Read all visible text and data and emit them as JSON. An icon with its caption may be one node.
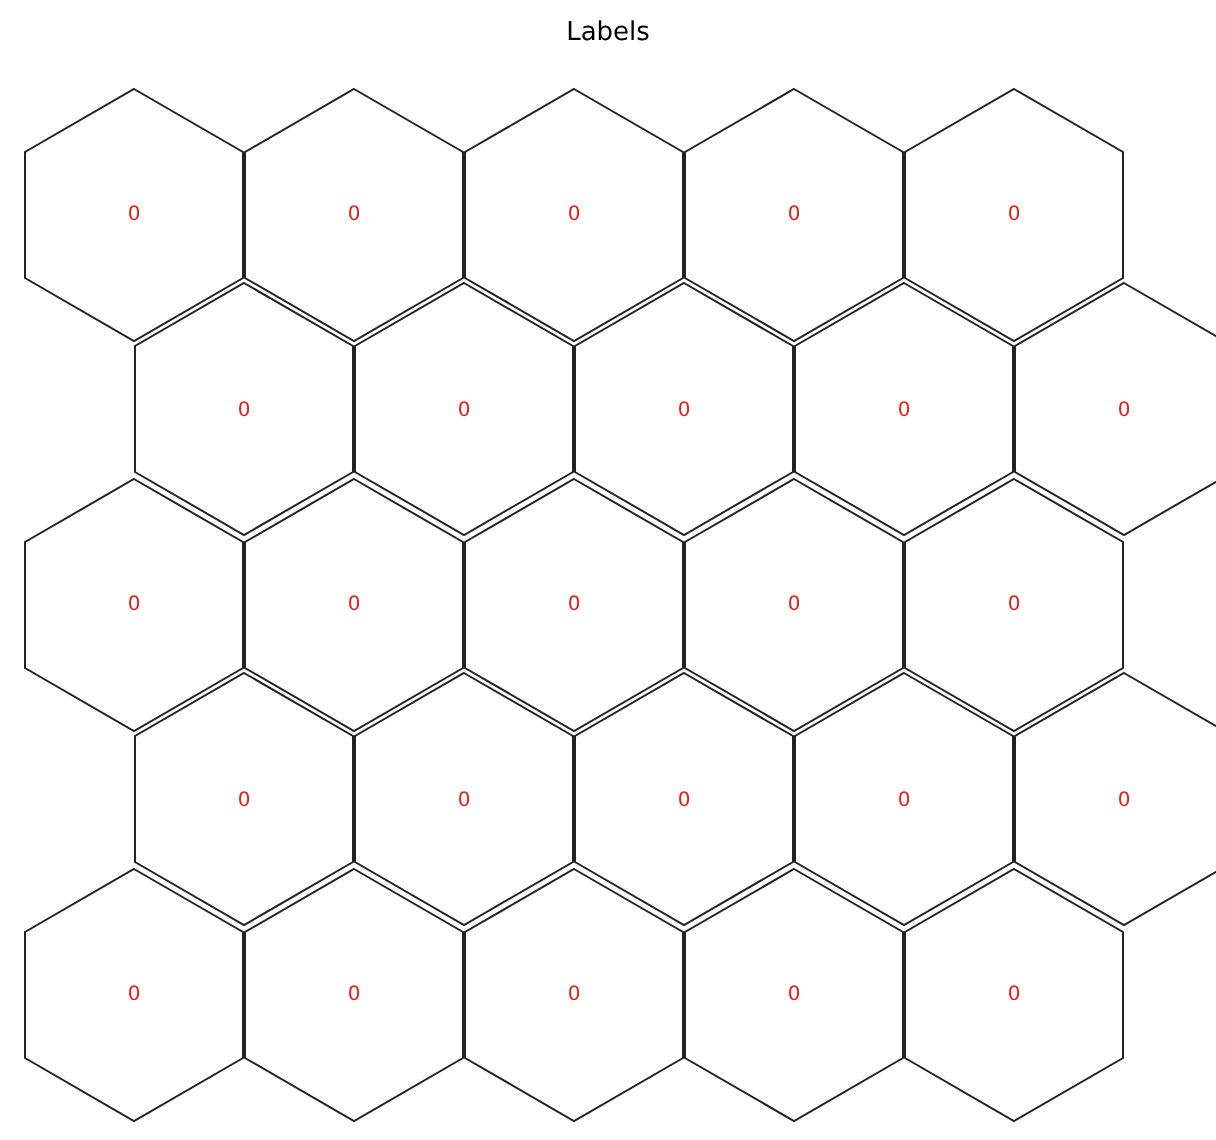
{
  "diagram": {
    "title": "Labels",
    "nodes": [
      {
        "text": [
          "0"
        ]
      },
      {
        "text": [
          "0"
        ]
      },
      {
        "text": [
          "0"
        ]
      },
      {
        "text": [
          "0"
        ]
      },
      {
        "text": [
          "0"
        ]
      },
      {
        "text": [
          "0"
        ]
      },
      {
        "text": [
          "0"
        ]
      },
      {
        "text": [
          "0"
        ]
      },
      {
        "text": [
          "0"
        ]
      },
      {
        "text": [
          "0"
        ]
      },
      {
        "text": [
          "0"
        ]
      },
      {
        "text": [
          "0"
        ]
      },
      {
        "text": [
          "0"
        ]
      },
      {
        "text": [
          "0"
        ]
      },
      {
        "text": [
          "0"
        ]
      },
      {
        "text": [
          "0"
        ]
      },
      {
        "text": [
          "0"
        ]
      },
      {
        "text": [
          "0"
        ]
      },
      {
        "text": [
          "0"
        ]
      },
      {
        "text": [
          "0"
        ]
      },
      {
        "text": [
          "0"
        ]
      },
      {
        "text": [
          "0"
        ]
      },
      {
        "text": [
          "0"
        ]
      },
      {
        "text": [
          "0"
        ]
      },
      {
        "text": [
          "0"
        ]
      }
    ],
    "edges": []
  }
}
